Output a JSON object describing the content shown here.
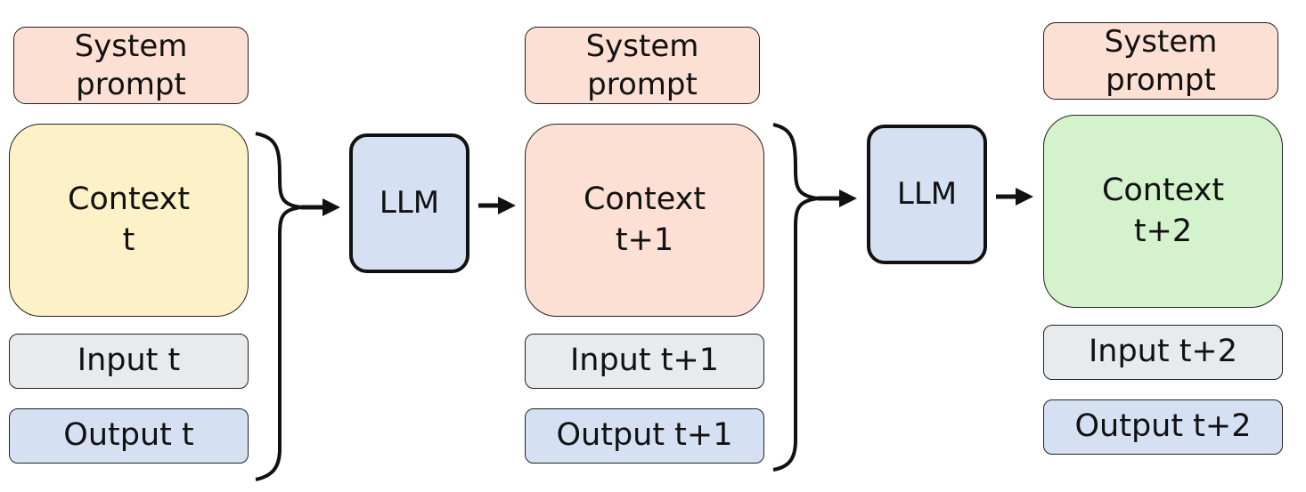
{
  "colors": {
    "system_prompt": "#fde0d4",
    "context_t": "#fdf1c8",
    "context_t1": "#fde0d4",
    "context_t2": "#d4f2cc",
    "input": "#e7ebee",
    "output": "#d5e1f3",
    "llm": "#d5e1f3"
  },
  "stage_t": {
    "system_prompt": [
      "System",
      "prompt"
    ],
    "context": [
      "Context",
      "t"
    ],
    "input": "Input t",
    "output": "Output t"
  },
  "llm_1": "LLM",
  "stage_t1": {
    "system_prompt": [
      "System",
      "prompt"
    ],
    "context": [
      "Context",
      "t+1"
    ],
    "input": "Input t+1",
    "output": "Output t+1"
  },
  "llm_2": "LLM",
  "stage_t2": {
    "system_prompt": [
      "System",
      "prompt"
    ],
    "context": [
      "Context",
      "t+2"
    ],
    "input": "Input t+2",
    "output": "Output t+2"
  }
}
